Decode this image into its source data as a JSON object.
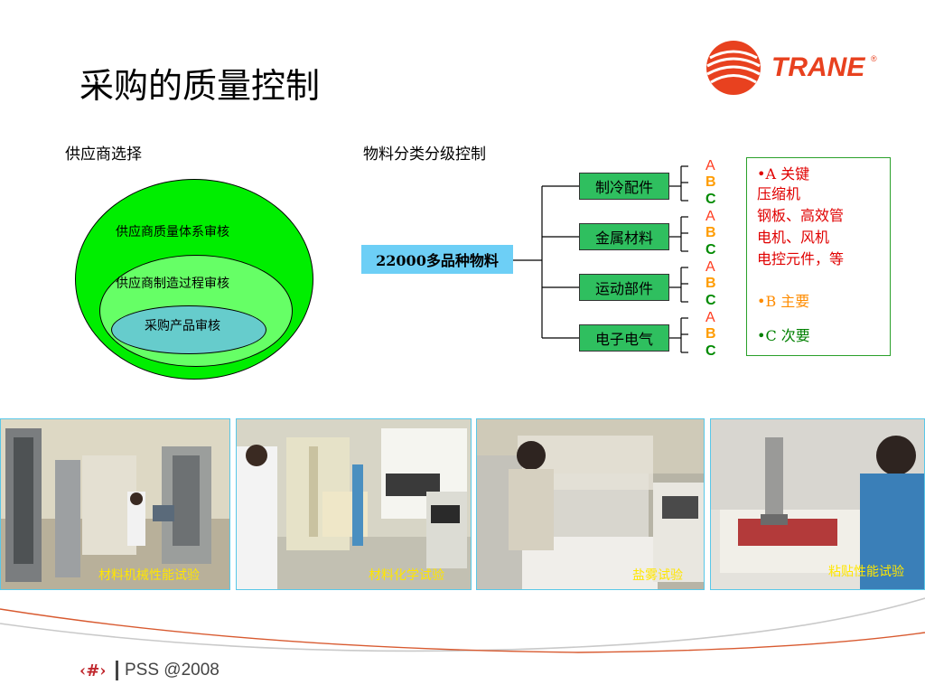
{
  "title": "采购的质量控制",
  "brand": {
    "name": "TRANE",
    "trademark": "®",
    "color": "#e8411f"
  },
  "supplier": {
    "heading": "供应商选择",
    "outer": "供应商质量体系审核",
    "middle": "供应商制造过程审核",
    "inner": "采购产品审核"
  },
  "material": {
    "heading": "物料分类分级控制",
    "root": "22000多品种物料",
    "categories": [
      "制冷配件",
      "金属材料",
      "运动部件",
      "电子电气"
    ],
    "grades": [
      "A",
      "B",
      "C"
    ]
  },
  "legend": {
    "a_title": "•A 关键",
    "a_lines": [
      "压缩机",
      "钢板、高效管",
      "电机、风机",
      "电控元件，等"
    ],
    "b": "•B 主要",
    "c": "•C 次要"
  },
  "photos": [
    "材料机械性能试验",
    "材料化学试验",
    "盐雾试验",
    "粘贴性能试验"
  ],
  "footer": {
    "page": "‹#›",
    "text": "PSS @2008"
  }
}
